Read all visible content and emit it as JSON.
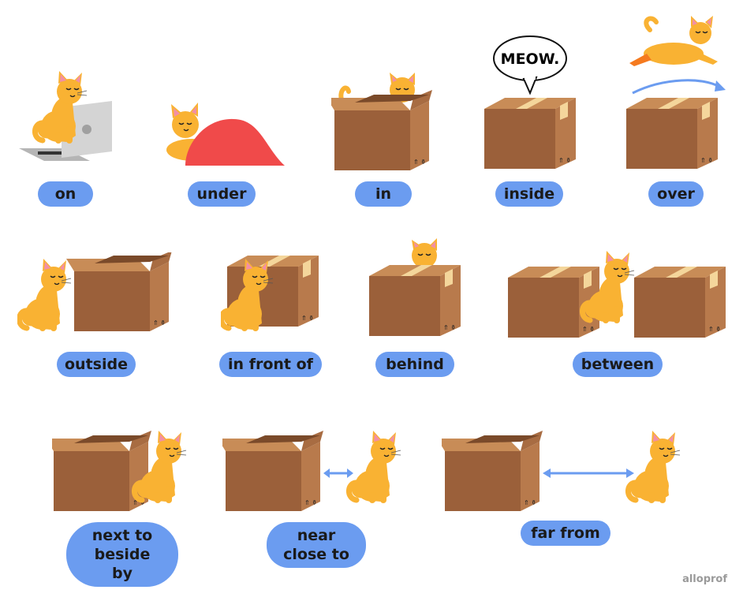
{
  "labels": {
    "on": "on",
    "under": "under",
    "in": "in",
    "inside": "inside",
    "over": "over",
    "outside": "outside",
    "in_front_of": "in front of",
    "behind": "behind",
    "between": "between",
    "next_to": [
      "next to",
      "beside",
      "by"
    ],
    "near": [
      "near",
      "close to"
    ],
    "far_from": "far from"
  },
  "speech": "MEOW.",
  "brand": "alloprof",
  "colors": {
    "pill": "#6b9cf0",
    "cat": "#f9b233",
    "cat_ear": "#f28fa6",
    "box_front": "#9b603a",
    "box_side": "#b87a4c",
    "box_top": "#c88c57",
    "tape": "#f4d69b",
    "blanket": "#f04a4a",
    "laptop": "#c8c8c8",
    "arrow": "#6b9cf0"
  }
}
